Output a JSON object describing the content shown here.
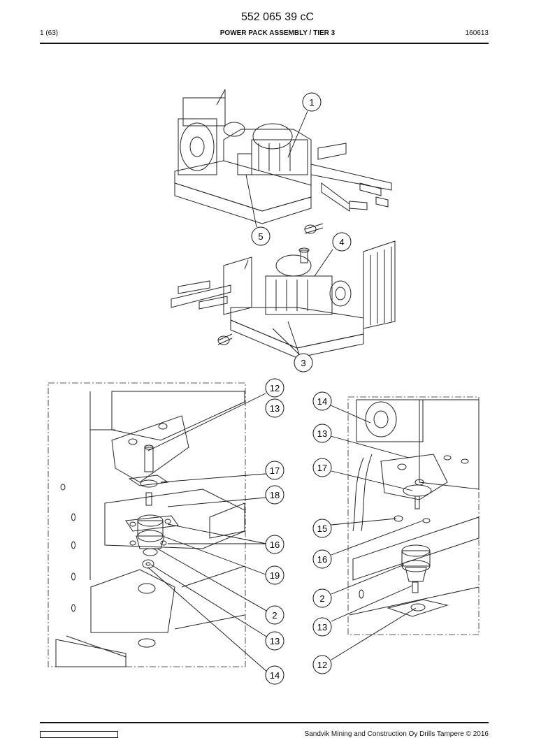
{
  "header": {
    "doc_number": "552 065 39 cC",
    "page": "1 (63)",
    "title": "POWER PACK ASSEMBLY / TIER 3",
    "date": "160613"
  },
  "callouts": {
    "top": [
      "1",
      "5",
      "4",
      "3"
    ],
    "left_detail": [
      "12",
      "13",
      "17",
      "18",
      "16",
      "19",
      "2",
      "13",
      "14"
    ],
    "right_detail": [
      "14",
      "13",
      "17",
      "15",
      "16",
      "2",
      "13",
      "12"
    ]
  },
  "footer": {
    "copyright": "Sandvik Mining and Construction Oy Drills Tampere © 2016"
  }
}
